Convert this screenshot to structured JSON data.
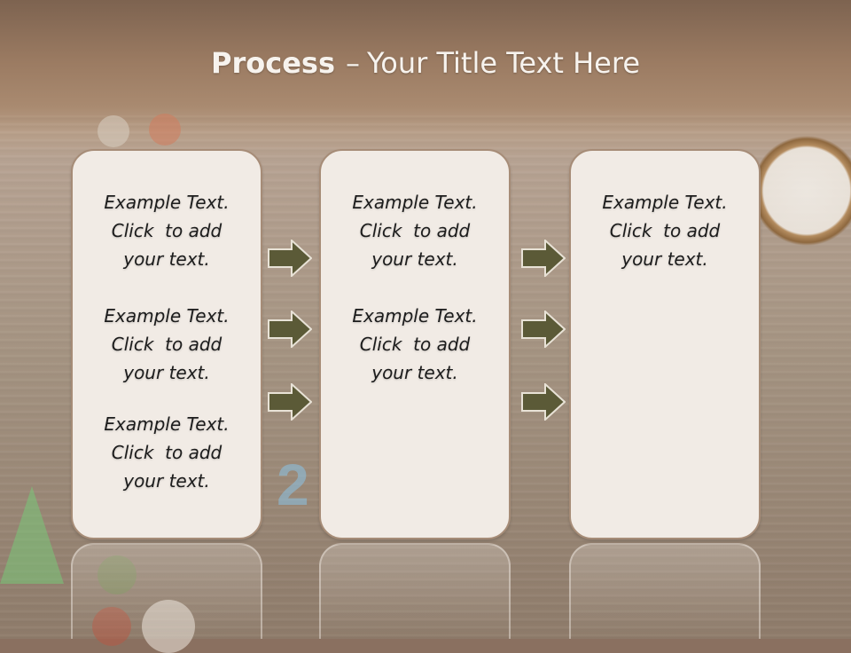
{
  "slide": {
    "title_bold": "Process",
    "title_dash": "–",
    "title_rest": "Your Title Text Here"
  },
  "columns": [
    {
      "blocks": [
        {
          "line1": "Example Text.",
          "line2": "Click  to add",
          "line3": "your text."
        },
        {
          "line1": "Example Text.",
          "line2": "Click  to add",
          "line3": "your text."
        },
        {
          "line1": "Example Text.",
          "line2": "Click  to add",
          "line3": "your text."
        }
      ]
    },
    {
      "blocks": [
        {
          "line1": "Example Text.",
          "line2": "Click  to add",
          "line3": "your text."
        },
        {
          "line1": "Example Text.",
          "line2": "Click  to add",
          "line3": "your text."
        }
      ]
    },
    {
      "blocks": [
        {
          "line1": "Example Text.",
          "line2": "Click  to add",
          "line3": "your text."
        }
      ]
    }
  ],
  "colors": {
    "arrow_fill": "#5b5a37",
    "panel_fill": "#f1ebe5",
    "panel_border": "#a68c77",
    "title_color": "#f7f3ee"
  }
}
